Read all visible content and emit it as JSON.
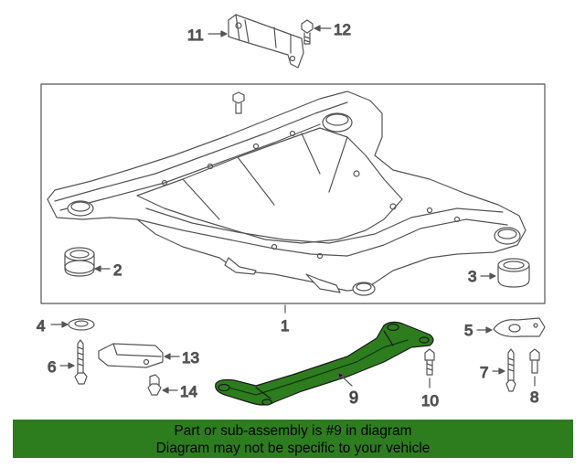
{
  "diagram": {
    "callouts": {
      "c1": "1",
      "c2": "2",
      "c3": "3",
      "c4": "4",
      "c5": "5",
      "c6": "6",
      "c7": "7",
      "c8": "8",
      "c9": "9",
      "c10": "10",
      "c11": "11",
      "c12": "12",
      "c13": "13",
      "c14": "14"
    },
    "highlighted_part": "9",
    "highlight_color": "#2d7d1f",
    "line_color": "#555555"
  },
  "banner": {
    "line1": "Part or sub-assembly is #9 in diagram",
    "line2": "Diagram may not be specific to your vehicle",
    "background": "#2d7d1f"
  }
}
